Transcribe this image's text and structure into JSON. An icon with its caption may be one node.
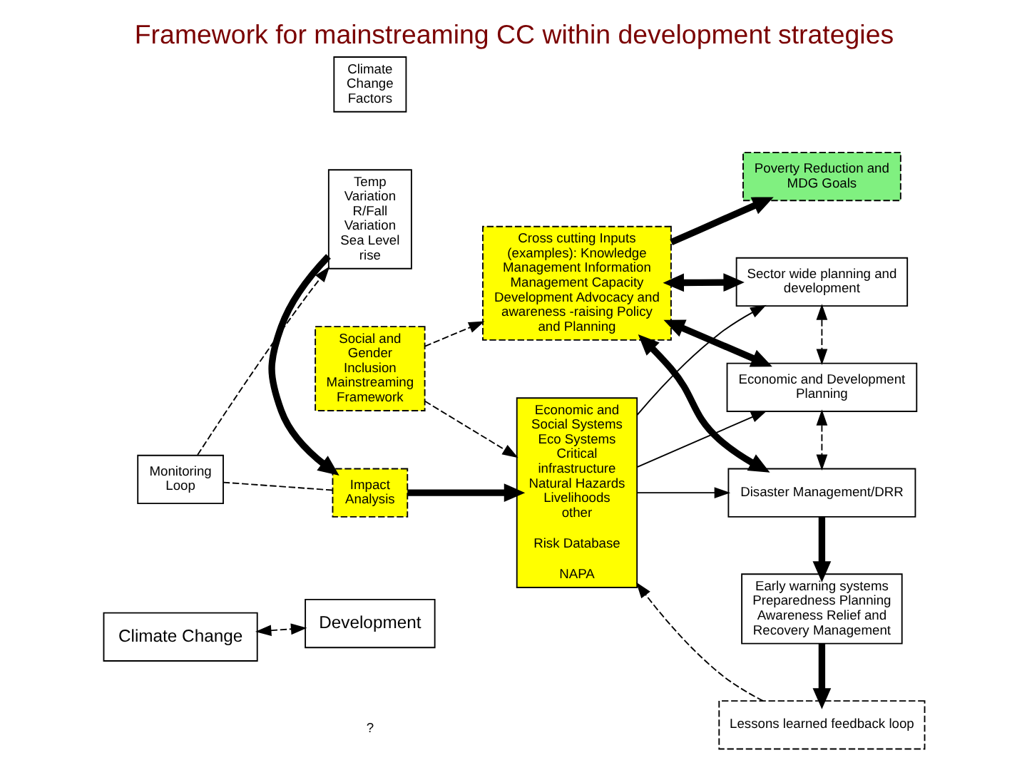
{
  "diagram": {
    "title": "Framework for mainstreaming CC within development strategies",
    "nodes": [
      {
        "text": [
          "Climate Change"
        ]
      },
      {
        "text": [
          "Development"
        ]
      },
      {
        "text": [
          "Monitoring Loop"
        ]
      },
      {
        "text": [
          "Climate Change Factors"
        ]
      },
      {
        "text": [
          "Temp Variation R/Fall Variation Sea Level rise"
        ]
      },
      {
        "text": [
          "Impact Analysis"
        ]
      },
      {
        "text": [
          "Social and Gender Inclusion Mainstreaming Framework"
        ]
      },
      {
        "text": [
          "Economic and Social Systems Eco Systems Critical infrastructure Natural Hazards Livelihoods other",
          "Risk Database",
          "NAPA"
        ]
      },
      {
        "text": [
          "Sector wide planning and development"
        ]
      },
      {
        "text": [
          "Economic and Development Planning"
        ]
      },
      {
        "text": [
          "Disaster Management/DRR"
        ]
      },
      {
        "text": [
          "Early warning systems Preparedness Planning Awareness Relief and Recovery Management"
        ]
      },
      {
        "text": [
          "Lessons learned feedback loop"
        ]
      },
      {
        "text": [
          "Cross cutting Inputs (examples): Knowledge Management Information Management Capacity Development Advocacy and awareness -raising Policy and Planning"
        ]
      },
      {
        "text": [
          "Poverty Reduction and MDG Goals"
        ]
      }
    ],
    "edges": [
      {
        "from": 0,
        "to": 1,
        "arrow": "both",
        "style": "dashed"
      },
      {
        "from": 2,
        "to": 4,
        "arrow": "to",
        "style": "dashed"
      },
      {
        "from": 5,
        "to": 2,
        "arrow": "none",
        "style": "dashed"
      },
      {
        "from": 4,
        "to": 5,
        "arrow": "to",
        "style": "thick"
      },
      {
        "from": 5,
        "to": 7,
        "arrow": "to",
        "style": "thick"
      },
      {
        "from": 6,
        "to": 7,
        "arrow": "to",
        "style": "dashed"
      },
      {
        "from": 6,
        "to": 13,
        "arrow": "to",
        "style": "dashed"
      },
      {
        "from": 7,
        "to": 8,
        "arrow": "to"
      },
      {
        "from": 7,
        "to": 9,
        "arrow": "to"
      },
      {
        "from": 7,
        "to": 10,
        "arrow": "to"
      },
      {
        "from": 8,
        "to": 9,
        "arrow": "both",
        "style": "dashed"
      },
      {
        "from": 9,
        "to": 10,
        "arrow": "both",
        "style": "dashed"
      },
      {
        "from": 13,
        "to": 8,
        "arrow": "both",
        "style": "thick"
      },
      {
        "from": 13,
        "to": 9,
        "arrow": "both",
        "style": "thick"
      },
      {
        "from": 13,
        "to": 10,
        "arrow": "both",
        "style": "thick"
      },
      {
        "from": 10,
        "to": 11,
        "arrow": "to",
        "style": "thick"
      },
      {
        "from": 11,
        "to": 12,
        "arrow": "to",
        "style": "thick"
      },
      {
        "from": 12,
        "to": 7,
        "arrow": "to",
        "style": "dashed"
      },
      {
        "from": 13,
        "to": 14,
        "arrow": "to",
        "style": "thick"
      }
    ],
    "labels": [
      "?"
    ]
  }
}
